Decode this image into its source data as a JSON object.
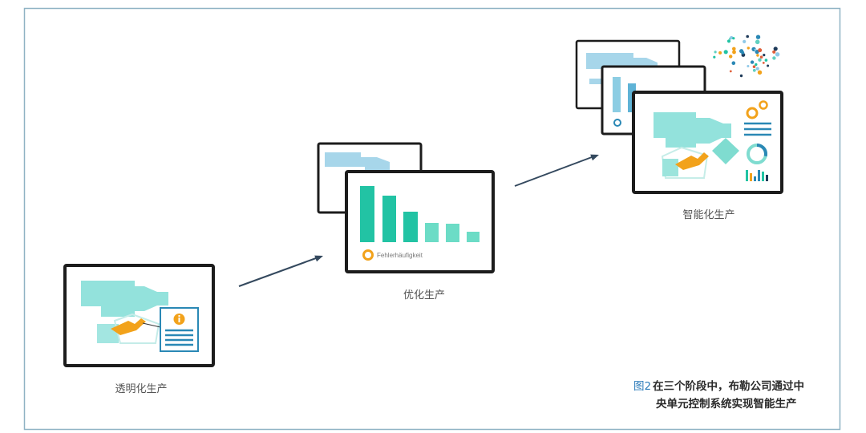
{
  "stages": [
    {
      "label": "透明化生产"
    },
    {
      "label": "优化生产",
      "screen_text": "Fehlerhäufigkeit"
    },
    {
      "label": "智能化生产"
    }
  ],
  "caption": {
    "figure_label": "图2",
    "line1": "在三个阶段中，布勒公司通过中",
    "line2": "央单元控制系统实现智能生产"
  },
  "icons": [
    "info-icon",
    "gear-icon",
    "hand-icon",
    "donut-chart-icon",
    "bar-chart-icon",
    "dot-cloud-icon"
  ],
  "colors": {
    "teal_bar": "#22c3a4",
    "teal_bar_light": "#6cdcc6",
    "machine": "#93e2dc",
    "machine_blue": "#a7d6ea",
    "orange": "#f2a21b",
    "blue": "#2a88b5",
    "frame": "#1c1c1c",
    "figure_border": "#8fb3c4",
    "caption_label": "#2b7bb9",
    "arrow": "#34495e"
  }
}
